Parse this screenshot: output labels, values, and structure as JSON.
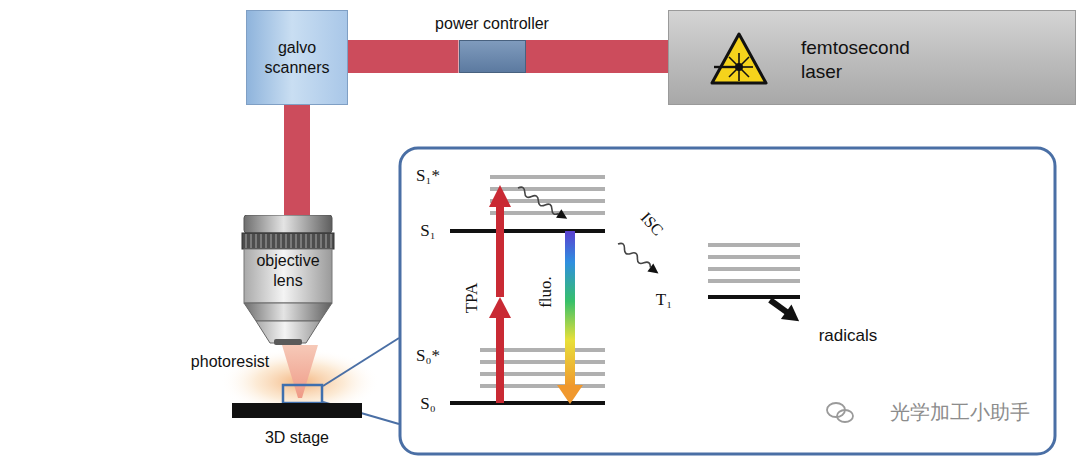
{
  "diagram": {
    "nodes": [
      {
        "text": [
          "galvo scanners"
        ]
      },
      {
        "text": [
          "power controller"
        ]
      },
      {
        "text": [
          "femtosecond laser"
        ]
      },
      {
        "text": [
          "objective lens"
        ]
      },
      {
        "text": [
          "3D stage"
        ]
      }
    ],
    "edges": [
      {
        "from": 2,
        "to": 1,
        "arrow": "none"
      },
      {
        "from": 1,
        "to": 0,
        "arrow": "none"
      },
      {
        "from": 0,
        "to": 3,
        "arrow": "none"
      }
    ],
    "labels": [
      "photoresist",
      "S₁*",
      "S₁",
      "TPA",
      "fluo.",
      "ISC",
      "T₁",
      "radicals",
      "S₀*",
      "S₀",
      "光学加工小助手"
    ]
  }
}
